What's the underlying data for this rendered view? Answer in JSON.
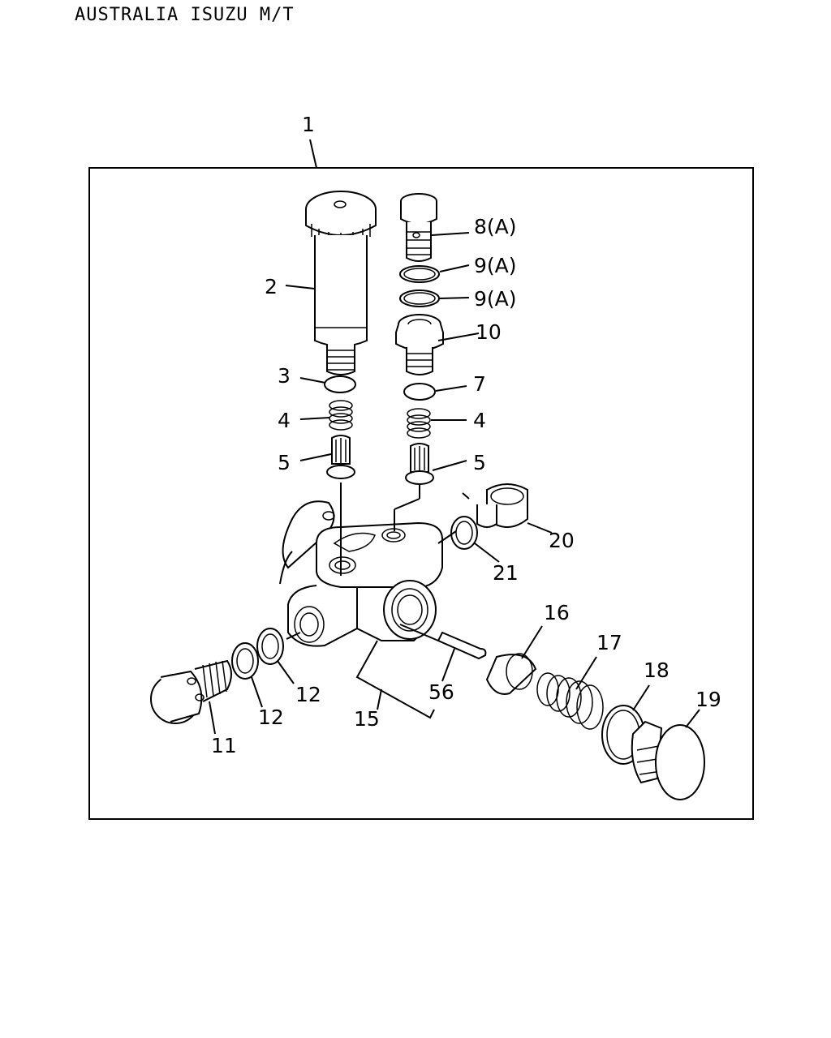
{
  "header": {
    "title": "AUSTRALIA ISUZU M/T"
  },
  "callouts": {
    "c1": "1",
    "c2": "2",
    "c3": "3",
    "c4a": "4",
    "c4b": "4",
    "c5a": "5",
    "c5b": "5",
    "c7": "7",
    "c8": "8(A)",
    "c9a": "9(A)",
    "c9b": "9(A)",
    "c10": "10",
    "c11": "11",
    "c12a": "12",
    "c12b": "12",
    "c15": "15",
    "c16": "16",
    "c17": "17",
    "c18": "18",
    "c19": "19",
    "c20": "20",
    "c21": "21",
    "c56": "56"
  }
}
